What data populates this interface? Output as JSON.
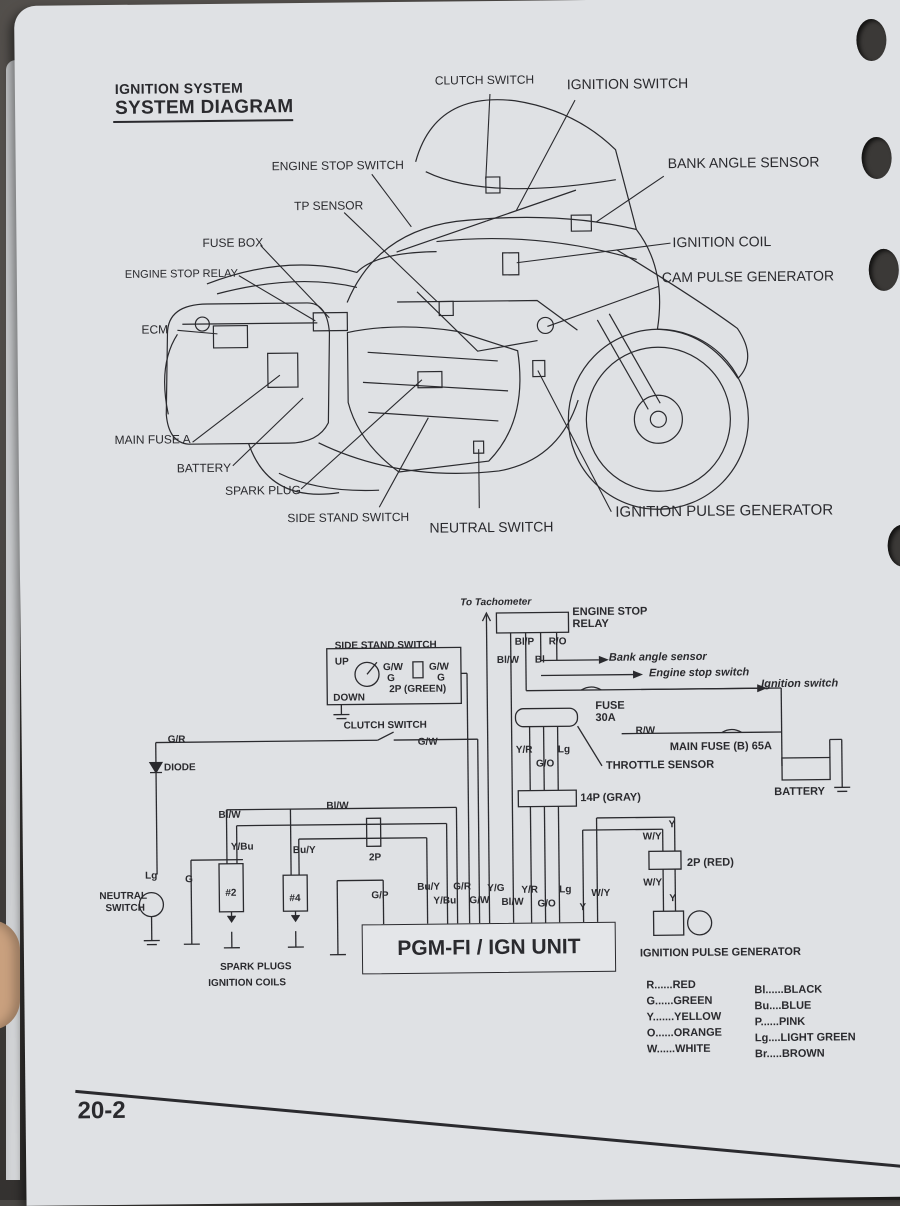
{
  "header": {
    "section": "IGNITION SYSTEM",
    "title": "SYSTEM DIAGRAM"
  },
  "components": {
    "clutch_switch": "CLUTCH SWITCH",
    "ignition_switch": "IGNITION SWITCH",
    "engine_stop_switch": "ENGINE STOP SWITCH",
    "bank_angle_sensor": "BANK ANGLE SENSOR",
    "tp_sensor": "TP SENSOR",
    "ignition_coil": "IGNITION COIL",
    "fuse_box": "FUSE BOX",
    "cam_pulse_generator": "CAM PULSE GENERATOR",
    "engine_stop_relay": "ENGINE STOP RELAY",
    "ecm": "ECM",
    "main_fuse_a": "MAIN FUSE A",
    "battery": "BATTERY",
    "spark_plug": "SPARK PLUG",
    "side_stand_switch": "SIDE STAND SWITCH",
    "neutral_switch": "NEUTRAL SWITCH",
    "ignition_pulse_generator": "IGNITION PULSE GENERATOR"
  },
  "schematic": {
    "to_tachometer": "To Tachometer",
    "engine_stop_relay_line1": "ENGINE STOP",
    "engine_stop_relay_line2": "RELAY",
    "side_stand_switch": "SIDE STAND SWITCH",
    "up": "UP",
    "down": "DOWN",
    "connector_2p_green": "2P (GREEN)",
    "clutch_switch": "CLUTCH SWITCH",
    "diode": "DIODE",
    "bank_angle_sensor": "Bank angle sensor",
    "engine_stop_switch": "Engine stop switch",
    "ignition_switch": "Ignition switch",
    "fuse_line1": "FUSE",
    "fuse_line2": "30A",
    "throttle_sensor": "THROTTLE SENSOR",
    "main_fuse": "MAIN FUSE (B) 65A",
    "battery": "BATTERY",
    "connector_14p": "14P (GRAY)",
    "connector_2p": "2P",
    "connector_2p_red": "2P (RED)",
    "neutral_switch_line1": "NEUTRAL",
    "neutral_switch_line2": "SWITCH",
    "coil_2": "#2",
    "coil_4": "#4",
    "spark_plugs": "SPARK PLUGS",
    "ignition_coils": "IGNITION COILS",
    "unit": "PGM-FI / IGN UNIT",
    "ignition_pulse_generator": "IGNITION PULSE GENERATOR",
    "wires": {
      "gw_1": "G/W",
      "g_1": "G",
      "gw_2": "G/W",
      "g_2": "G",
      "blp": "Bl/P",
      "ro": "R/O",
      "blw_relay": "Bl/W",
      "bl_relay": "Bl",
      "gr_diode": "G/R",
      "gw_clutch": "G/W",
      "rw": "R/W",
      "yr_ts": "Y/R",
      "lg_ts": "Lg",
      "go_ts": "G/O",
      "blw_bus": "Bl/W",
      "blw_coil": "Bl/W",
      "ybu": "Y/Bu",
      "buy": "Bu/Y",
      "lg_neutral": "Lg",
      "g_neutral": "G",
      "wy_top": "W/Y",
      "y_top": "Y",
      "wy_bottom": "W/Y",
      "y_bottom": "Y",
      "u_gp": "G/P",
      "u_buy": "Bu/Y",
      "u_ybu": "Y/Bu",
      "u_gr": "G/R",
      "u_gw": "G/W",
      "u_yg": "Y/G",
      "u_blw": "Bl/W",
      "u_yr": "Y/R",
      "u_go": "G/O",
      "u_lg": "Lg",
      "u_y": "Y",
      "u_wy": "W/Y"
    }
  },
  "color_legend": [
    "R......RED",
    "G......GREEN",
    "Y.......YELLOW",
    "O......ORANGE",
    "W......WHITE",
    "Bl......BLACK",
    "Bu....BLUE",
    "P......PINK",
    "Lg....LIGHT GREEN",
    "Br.....BROWN"
  ],
  "footer": {
    "page_number": "20-2"
  },
  "colors": {
    "paper": "#dfe1e4",
    "ink": "#2a2a2e",
    "background": "#4a4744"
  }
}
